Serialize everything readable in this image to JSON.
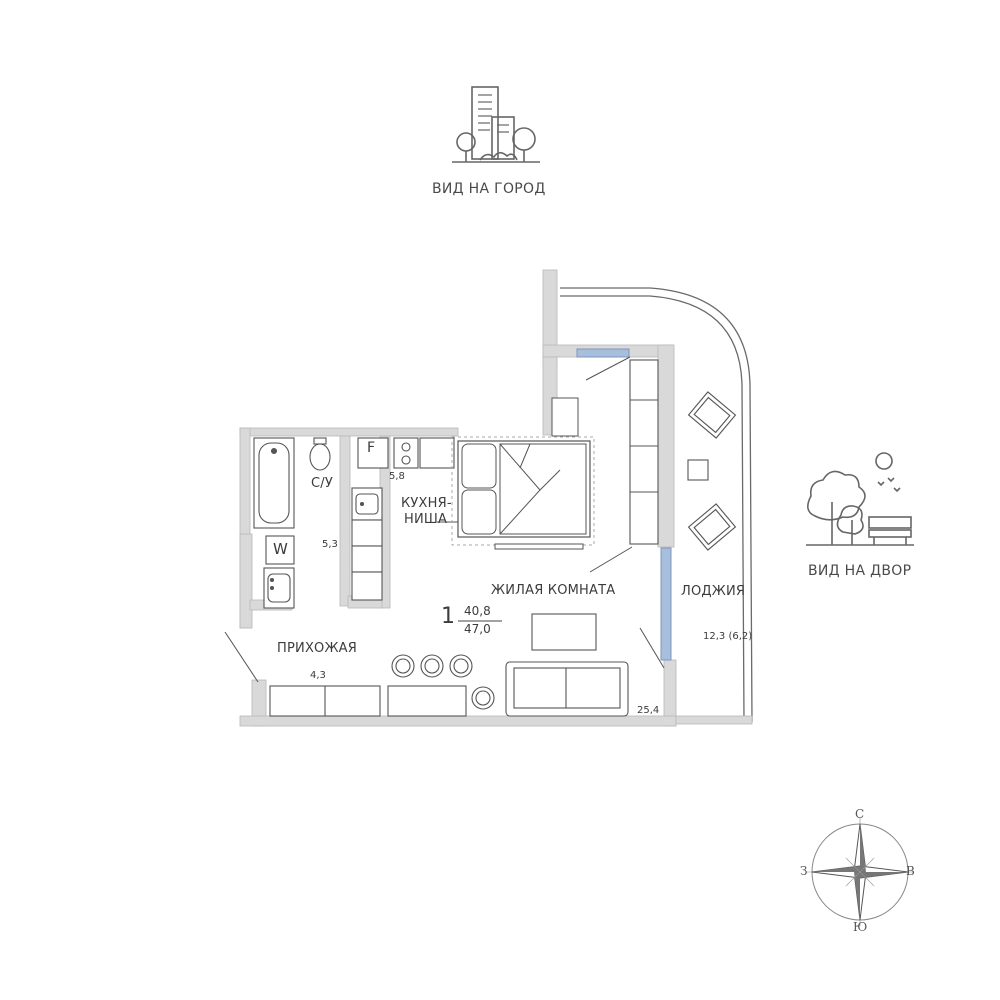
{
  "views": {
    "city": "ВИД НА ГОРОД",
    "yard": "ВИД НА ДВОР"
  },
  "rooms": {
    "bathroom": {
      "name": "С/У",
      "area": "5,3"
    },
    "kitchen": {
      "name_line1": "КУХНЯ-",
      "name_line2": "НИША",
      "area": "5,8"
    },
    "hallway": {
      "name": "ПРИХОЖАЯ",
      "area": "4,3"
    },
    "living": {
      "name": "ЖИЛАЯ КОМНАТА",
      "area": "25,4"
    },
    "loggia": {
      "name": "ЛОДЖИЯ",
      "area": "12,3 (6,2)"
    }
  },
  "appliances": {
    "fridge": "F",
    "washer": "W"
  },
  "apartment": {
    "rooms_count": "1",
    "living_area": "40,8",
    "total_area": "47,0"
  },
  "compass": {
    "north": "С",
    "south": "Ю",
    "west": "З",
    "east": "В"
  },
  "colors": {
    "wall": "#d8d8d8",
    "line": "#555555",
    "window": "#9fb4d6"
  }
}
